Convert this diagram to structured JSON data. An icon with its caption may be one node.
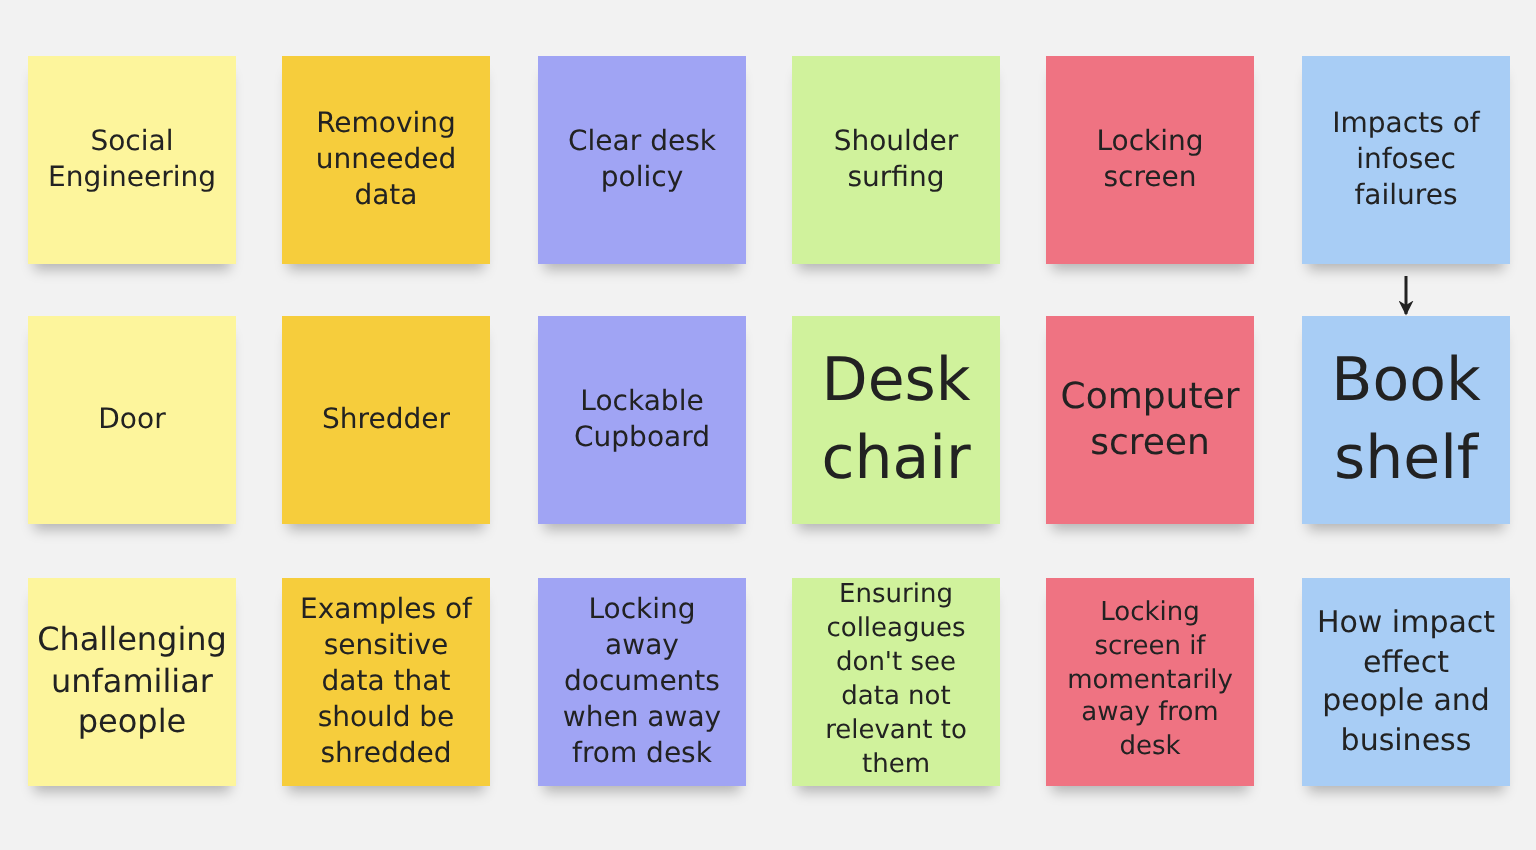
{
  "diagram": {
    "nodes": [
      {
        "text": [
          "Social Engineering"
        ]
      },
      {
        "text": [
          "Removing unneeded data"
        ]
      },
      {
        "text": [
          "Clear desk policy"
        ]
      },
      {
        "text": [
          "Shoulder surfing"
        ]
      },
      {
        "text": [
          "Locking screen"
        ]
      },
      {
        "text": [
          "Impacts of infosec failures"
        ]
      },
      {
        "text": [
          "Door"
        ]
      },
      {
        "text": [
          "Shredder"
        ]
      },
      {
        "text": [
          "Lockable Cupboard"
        ]
      },
      {
        "text": [
          "Desk chair"
        ]
      },
      {
        "text": [
          "Computer screen"
        ]
      },
      {
        "text": [
          "Book shelf"
        ]
      },
      {
        "text": [
          "Challenging unfamiliar people"
        ]
      },
      {
        "text": [
          "Examples of sensitive data that should be shredded"
        ]
      },
      {
        "text": [
          "Locking away documents when away from desk"
        ]
      },
      {
        "text": [
          "Ensuring colleagues don't see data not relevant to them"
        ]
      },
      {
        "text": [
          "Locking screen if momentarily away from desk"
        ]
      },
      {
        "text": [
          "How impact effect people and business"
        ]
      }
    ],
    "edges": [
      {
        "from": 5,
        "to": 11,
        "arrow": "to"
      }
    ]
  }
}
